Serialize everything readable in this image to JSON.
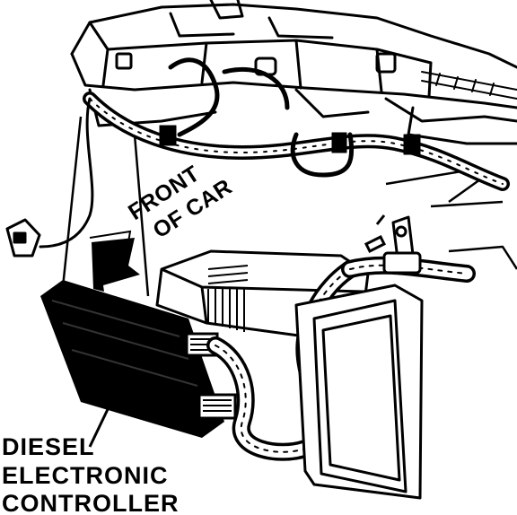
{
  "diagram": {
    "direction_label": [
      "FRONT",
      "OF CAR"
    ],
    "callout_label": [
      "DIESEL",
      "ELECTRONIC",
      "CONTROLLER"
    ]
  }
}
